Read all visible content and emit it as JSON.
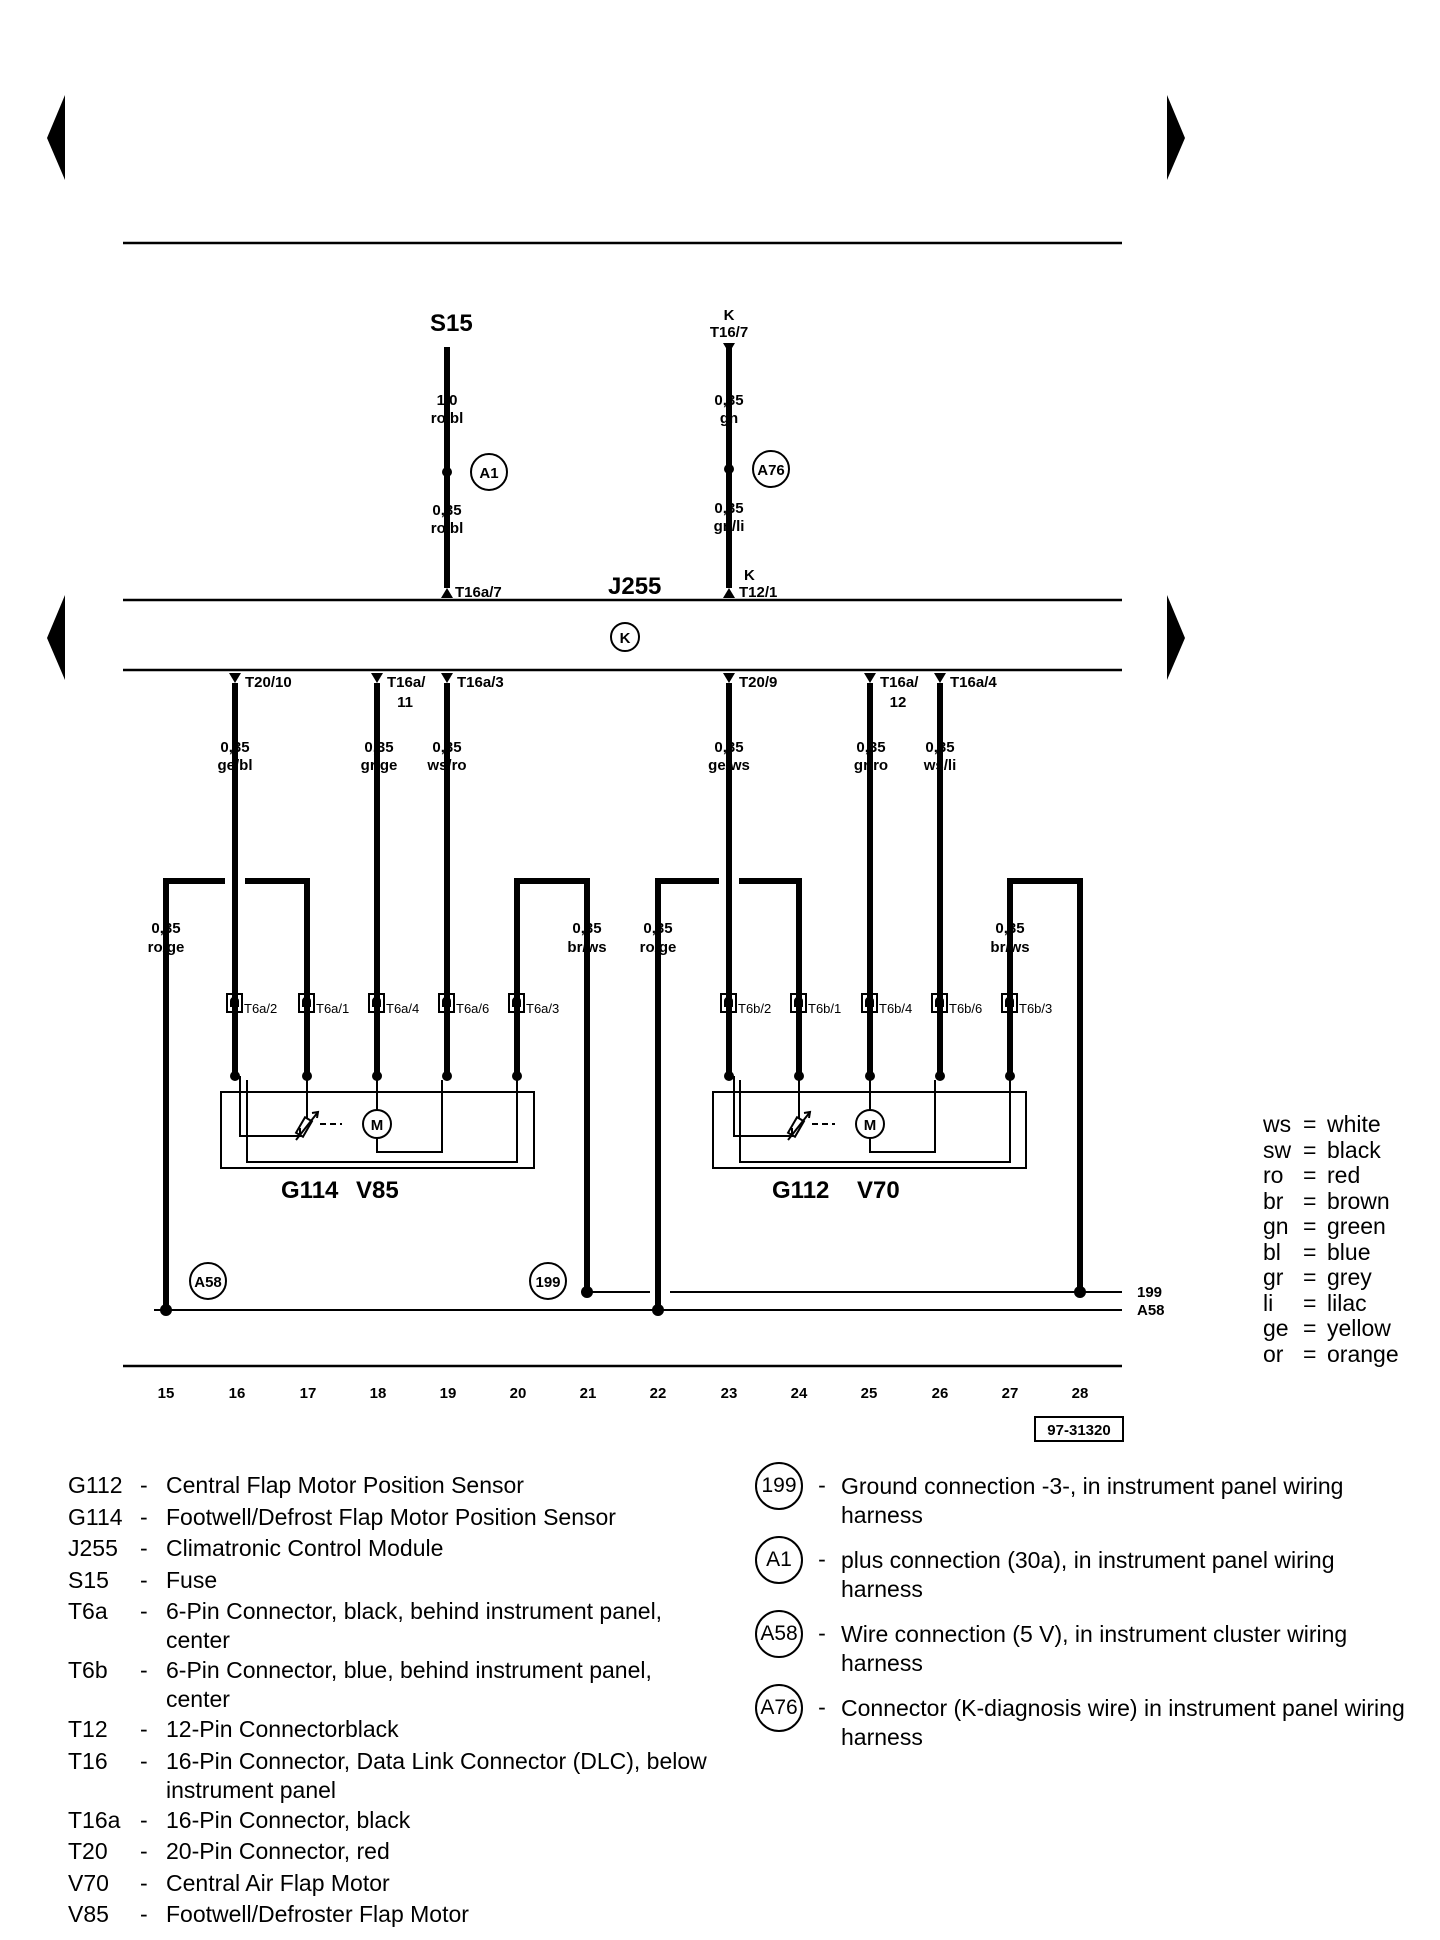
{
  "doc_number": "97-31320",
  "tops": {
    "s15": "S15",
    "k_top": "K",
    "t16_7": "T16/7",
    "j255": "J255",
    "k_mid": "K"
  },
  "wires": {
    "s15_upper": {
      "gauge": "1,0",
      "color": "ro/bl"
    },
    "s15_lower": {
      "gauge": "0,35",
      "color": "ro/bl"
    },
    "k_upper": {
      "gauge": "0,35",
      "color": "gn"
    },
    "k_lower": {
      "gauge": "0,35",
      "color": "gn/li"
    },
    "w16": {
      "gauge": "0,35",
      "color": "ge/bl"
    },
    "w18": {
      "gauge": "0,35",
      "color": "gr/ge"
    },
    "w19": {
      "gauge": "0,35",
      "color": "ws/ro"
    },
    "w23": {
      "gauge": "0,35",
      "color": "ge/ws"
    },
    "w25": {
      "gauge": "0,35",
      "color": "gr/ro"
    },
    "w26": {
      "gauge": "0,35",
      "color": "ws/li"
    },
    "w15": {
      "gauge": "0,35",
      "color": "ro/ge"
    },
    "w21": {
      "gauge": "0,35",
      "color": "br/ws"
    },
    "w22": {
      "gauge": "0,35",
      "color": "ro/ge"
    },
    "w27": {
      "gauge": "0,35",
      "color": "br/ws"
    }
  },
  "pins": {
    "t16a7": "T16a/7",
    "t12_1": "T12/1",
    "t20_10": "T20/10",
    "t16a11_a": "T16a/",
    "t16a11_b": "11",
    "t16a3": "T16a/3",
    "t20_9": "T20/9",
    "t16a12_a": "T16a/",
    "t16a12_b": "12",
    "t16a4": "T16a/4"
  },
  "connectors": {
    "t6a2": "T6a/2",
    "t6a1": "T6a/1",
    "t6a4": "T6a/4",
    "t6a6": "T6a/6",
    "t6a3": "T6a/3",
    "t6b2": "T6b/2",
    "t6b1": "T6b/1",
    "t6b4": "T6b/4",
    "t6b6": "T6b/6",
    "t6b3": "T6b/3"
  },
  "components": {
    "g114": "G114",
    "v85": "V85",
    "g112": "G112",
    "v70": "V70",
    "motor": "M",
    "k_symbol": "K"
  },
  "ground_labels": {
    "l199": "199",
    "la58": "A58"
  },
  "circles": {
    "a1": "A1",
    "a76": "A76",
    "a58": "A58",
    "c199": "199"
  },
  "tracks": [
    "15",
    "16",
    "17",
    "18",
    "19",
    "20",
    "21",
    "22",
    "23",
    "24",
    "25",
    "26",
    "27",
    "28"
  ],
  "color_legend": [
    {
      "code": "ws",
      "name": "white"
    },
    {
      "code": "sw",
      "name": "black"
    },
    {
      "code": "ro",
      "name": "red"
    },
    {
      "code": "br",
      "name": "brown"
    },
    {
      "code": "gn",
      "name": "green"
    },
    {
      "code": "bl",
      "name": "blue"
    },
    {
      "code": "gr",
      "name": "grey"
    },
    {
      "code": "li",
      "name": "lilac"
    },
    {
      "code": "ge",
      "name": "yellow"
    },
    {
      "code": "or",
      "name": "orange"
    }
  ],
  "component_legend": [
    {
      "code": "G112",
      "desc": "Central Flap Motor Position Sensor"
    },
    {
      "code": "G114",
      "desc": "Footwell/Defrost Flap Motor Position Sensor"
    },
    {
      "code": "J255",
      "desc": "Climatronic Control Module"
    },
    {
      "code": "S15",
      "desc": "Fuse"
    },
    {
      "code": "T6a",
      "desc": "6-Pin Connector, black, behind instrument panel, center"
    },
    {
      "code": "T6b",
      "desc": "6-Pin Connector, blue, behind instrument panel, center"
    },
    {
      "code": "T12",
      "desc": "12-Pin Connectorblack"
    },
    {
      "code": "T16",
      "desc": "16-Pin Connector, Data Link Connector (DLC), below instrument panel"
    },
    {
      "code": "T16a",
      "desc": "16-Pin Connector, black"
    },
    {
      "code": "T20",
      "desc": "20-Pin Connector, red"
    },
    {
      "code": "V70",
      "desc": "Central Air Flap Motor"
    },
    {
      "code": "V85",
      "desc": "Footwell/Defroster Flap Motor"
    }
  ],
  "connection_legend": [
    {
      "code": "199",
      "desc": "Ground connection -3-, in instrument panel wiring harness"
    },
    {
      "code": "A1",
      "desc": "plus connection (30a), in instrument panel wiring harness"
    },
    {
      "code": "A58",
      "desc": "Wire connection (5 V), in instrument cluster wiring harness"
    },
    {
      "code": "A76",
      "desc": "Connector (K-diagnosis wire) in instrument panel wiring harness"
    }
  ],
  "dash": "-",
  "eq": "="
}
